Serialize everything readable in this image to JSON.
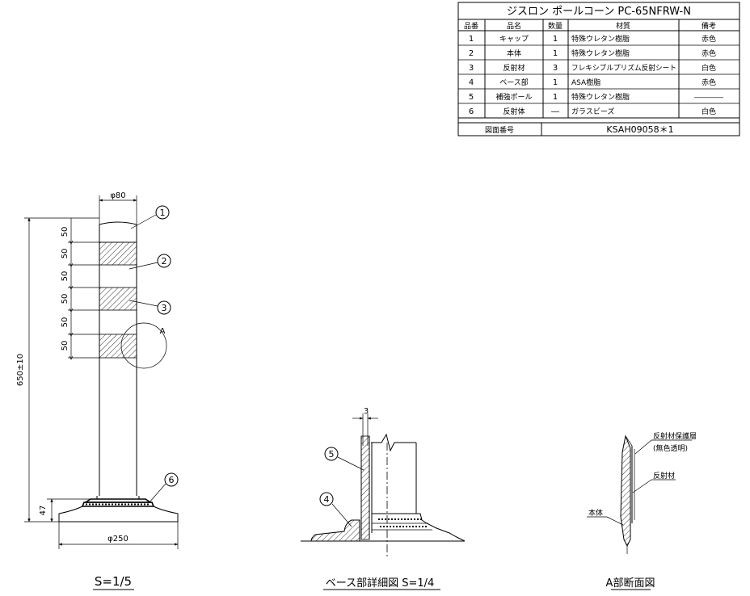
{
  "title_block": {
    "product_name": "ジスロン ポールコーン PC-65NFRW-N",
    "headers": {
      "no": "品番",
      "name": "品名",
      "qty": "数量",
      "material": "材質",
      "remarks": "備考"
    },
    "parts": [
      {
        "no": "1",
        "name": "キャップ",
        "qty": "1",
        "material": "特殊ウレタン樹脂",
        "remarks": "赤色"
      },
      {
        "no": "2",
        "name": "本体",
        "qty": "1",
        "material": "特殊ウレタン樹脂",
        "remarks": "赤色"
      },
      {
        "no": "3",
        "name": "反射材",
        "qty": "3",
        "material": "フレキシブルプリズム反射シート",
        "remarks": "白色"
      },
      {
        "no": "4",
        "name": "ベース部",
        "qty": "1",
        "material": "ASA樹脂",
        "remarks": "赤色"
      },
      {
        "no": "5",
        "name": "補強ポール",
        "qty": "1",
        "material": "特殊ウレタン樹脂",
        "remarks": "――――"
      },
      {
        "no": "6",
        "name": "反射体",
        "qty": "―",
        "material": "ガラスビーズ",
        "remarks": "白色"
      }
    ],
    "drawing_no_label": "図面番号",
    "drawing_no": "KSAH09058＊1"
  },
  "main_view": {
    "diameter_top": "φ80",
    "diameter_base": "φ250",
    "height": "650±10",
    "base_height": "47",
    "band_dims": [
      "50",
      "50",
      "50",
      "50",
      "50",
      "50"
    ],
    "callouts": [
      "1",
      "2",
      "3",
      "6"
    ],
    "detail_ref": "A",
    "scale": "S=1/5"
  },
  "base_detail": {
    "dim": "3",
    "callouts": [
      "5",
      "4"
    ],
    "caption": "ベース部詳細図 S=1/4"
  },
  "section_a": {
    "label_protect": "反射材保護層",
    "label_protect_sub": "(無色透明)",
    "label_reflector": "反射材",
    "label_body": "本体",
    "caption": "A部断面図"
  }
}
